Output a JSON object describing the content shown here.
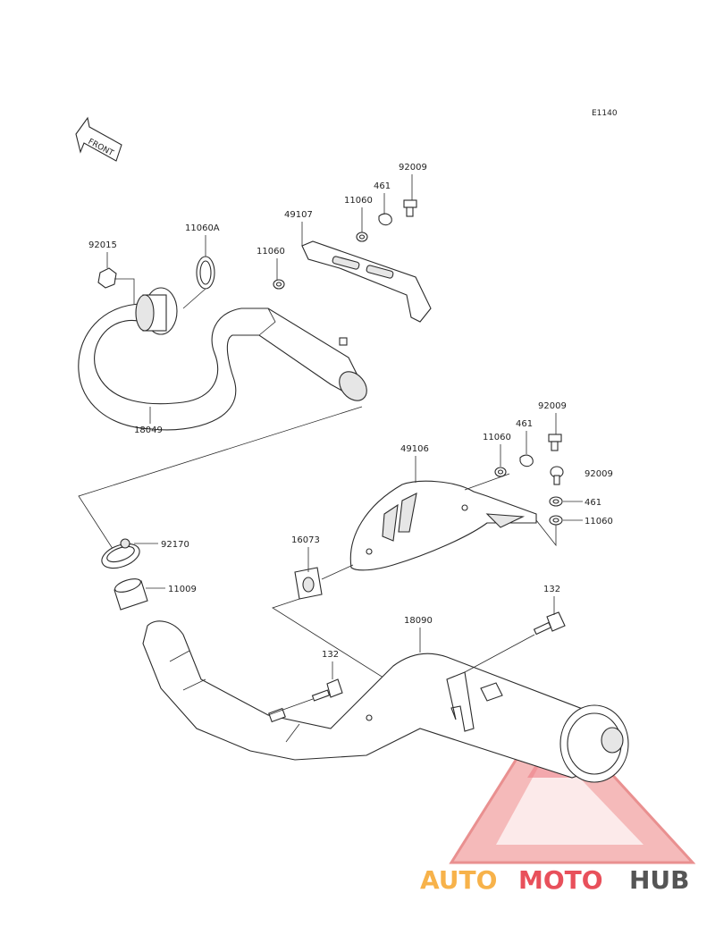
{
  "diagram": {
    "code": "E1140",
    "front_label": "FRONT",
    "parts": {
      "p92009_top": "92009",
      "p461_top": "461",
      "p11060_top": "11060",
      "p49107": "49107",
      "p11060_mid": "11060",
      "p11060A": "11060A",
      "p92015": "92015",
      "p18049": "18049",
      "p92009_r1": "92009",
      "p461_r1": "461",
      "p11060_r1": "11060",
      "p49106": "49106",
      "p92009_r2": "92009",
      "p461_r2": "461",
      "p11060_r2": "11060",
      "p16073": "16073",
      "p92170": "92170",
      "p11009": "11009",
      "p132_top": "132",
      "p18090": "18090",
      "p132_low": "132"
    }
  },
  "watermark": {
    "part1": "AUTO",
    "part2": "MOTO",
    "part3": "HUB",
    "color1": "#f7b24a",
    "color2": "#e8505b",
    "color3": "#555555"
  }
}
